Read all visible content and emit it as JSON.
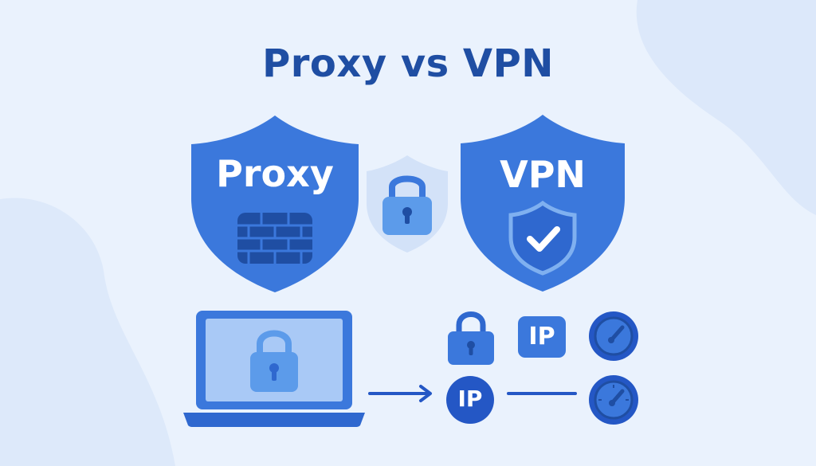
{
  "title": "Proxy vs VPN",
  "proxy_shield": {
    "label": "Proxy",
    "icon": "brick-wall-icon"
  },
  "vpn_shield": {
    "label": "VPN",
    "icon": "shield-check-icon"
  },
  "center_lock": {
    "icon": "padlock-icon"
  },
  "laptop": {
    "icon": "laptop-icon",
    "screen_icon": "padlock-icon"
  },
  "ip_badge_square": {
    "text": "IP"
  },
  "ip_badge_circle": {
    "text": "IP"
  },
  "colors": {
    "background": "#eaf2fd",
    "title": "#1f4ea3",
    "shield": "#3b78dc",
    "dark_blue": "#2457c5",
    "light_blue": "#5c9bea"
  }
}
